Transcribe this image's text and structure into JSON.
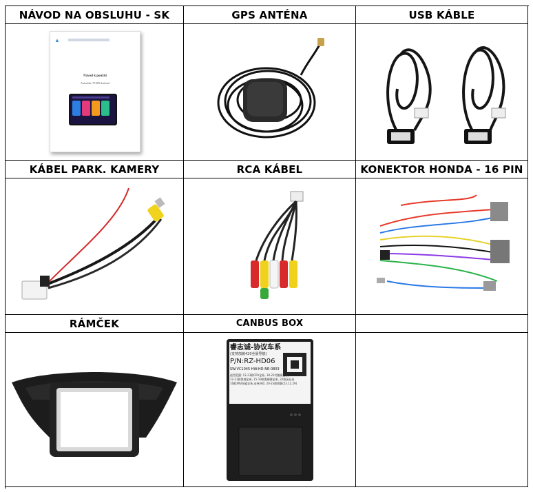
{
  "headers": {
    "manual": "NÁVOD NA OBSLUHU - SK",
    "gps": "GPS ANTÉNA",
    "usb": "USB KÁBLE",
    "camera": "KÁBEL PARK. KAMERY",
    "rca": "RCA KÁBEL",
    "honda": "KONEKTOR HONDA - 16 PIN",
    "frame": "RÁMČEK",
    "canbus": "CANBUS BOX",
    "empty": ""
  },
  "manual_doc": {
    "title": "Návod k použití",
    "subtitle": "Autorádio 7010B Android"
  },
  "canbus_label": {
    "brand": "睿志诚-协议车系",
    "note": "(支持加装420全景导航)",
    "pn": "P/N:RZ-HD06",
    "sw": "SW:VC1045 HW:HD-NE-0803",
    "line1": "适用范围: 12-23款CRV全系, 18-22代雅阁全系,",
    "line2": "12-21款思域全系, 15-19款奥德赛全系, 22款英仕派",
    "line3": "16款XRV冠道全系,支持360, 20-23款缤智(23.12.29)"
  }
}
